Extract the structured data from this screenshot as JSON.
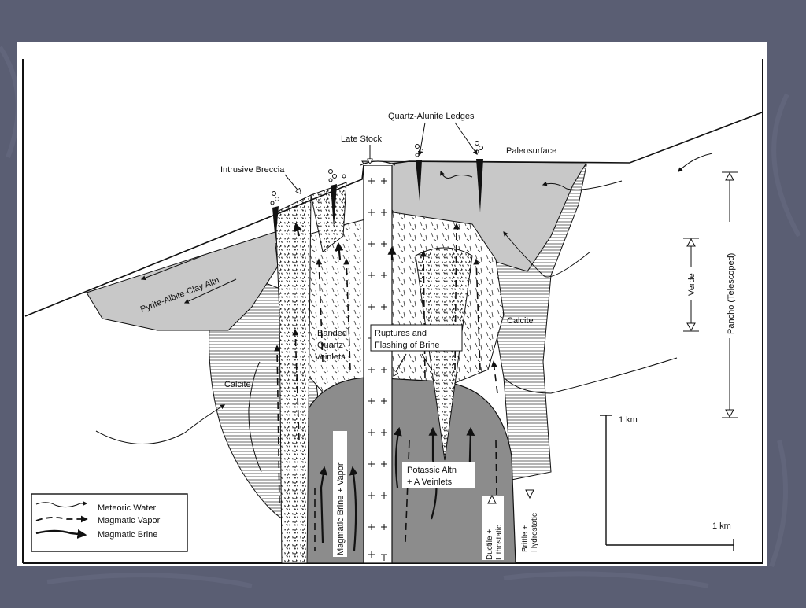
{
  "colors": {
    "background": "#5a5e73",
    "background_accent": "#656a80",
    "panel": "#ffffff",
    "light_gray": "#c8c8c8",
    "dark_gray": "#8c8c8c",
    "ink": "#111111"
  },
  "labels": {
    "quartz_alunite": "Quartz-Alunite Ledges",
    "late_stock": "Late Stock",
    "paleosurface": "Paleosurface",
    "intrusive_breccia": "Intrusive Breccia",
    "pyrite_albite": "Pyrite-Albite-Clay Altn",
    "banded_quartz": [
      "Banded",
      "Quartz",
      "Veinlets"
    ],
    "ruptures": [
      "Ruptures and",
      "Flashing of Brine"
    ],
    "calcite_left": "Calcite",
    "calcite_right": "Calcite",
    "potassic": [
      "Potassic Altn",
      "+ A Veinlets"
    ],
    "magmatic_brine_vapor": "Magmatic Brine + Vapor",
    "ductile": [
      "Ductile +",
      "Lithostatic"
    ],
    "brittle": [
      "Brittle +",
      "Hydrostatic"
    ]
  },
  "scale": {
    "vertical": "1 km",
    "horizontal": "1 km",
    "verde": "Verde",
    "pancho": "Pancho (Telescoped)"
  },
  "legend": {
    "items": [
      {
        "label": "Meteoric Water",
        "icon": "thin-wavy-arrow-icon"
      },
      {
        "label": "Magmatic Vapor",
        "icon": "dashed-arrow-icon"
      },
      {
        "label": "Magmatic Brine",
        "icon": "thick-arrow-icon"
      }
    ]
  }
}
